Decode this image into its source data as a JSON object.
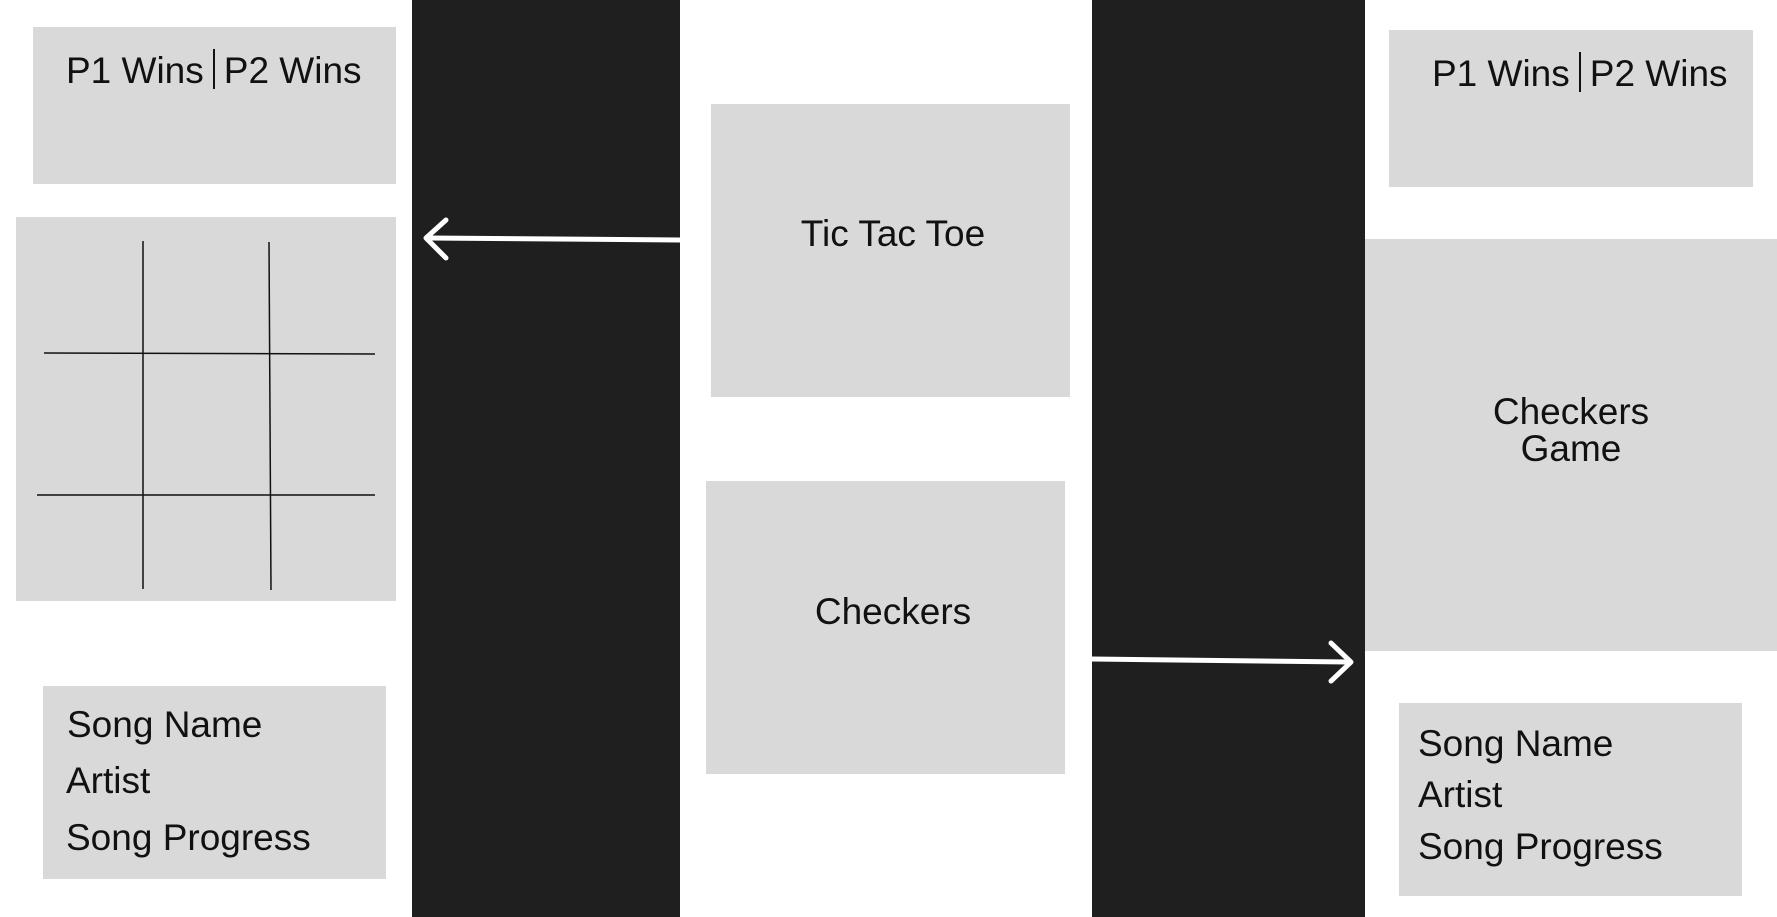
{
  "left_screen": {
    "scoreboard": {
      "p1": "P1 Wins",
      "p2": "P2 Wins"
    },
    "music": {
      "song_name": "Song Name",
      "artist": "Artist",
      "progress": "Song Progress"
    }
  },
  "menu": {
    "tic_tac_toe_label": "Tic Tac Toe",
    "checkers_label": "Checkers"
  },
  "right_screen": {
    "scoreboard": {
      "p1": "P1 Wins",
      "p2": "P2 Wins"
    },
    "game_label_line1": "Checkers",
    "game_label_line2": "Game",
    "music": {
      "song_name": "Song Name",
      "artist": "Artist",
      "progress": "Song Progress"
    }
  },
  "colors": {
    "panel": "#d9d9d9",
    "divider": "#1f1f1f",
    "arrow": "#ffffff",
    "background": "#ffffff"
  }
}
